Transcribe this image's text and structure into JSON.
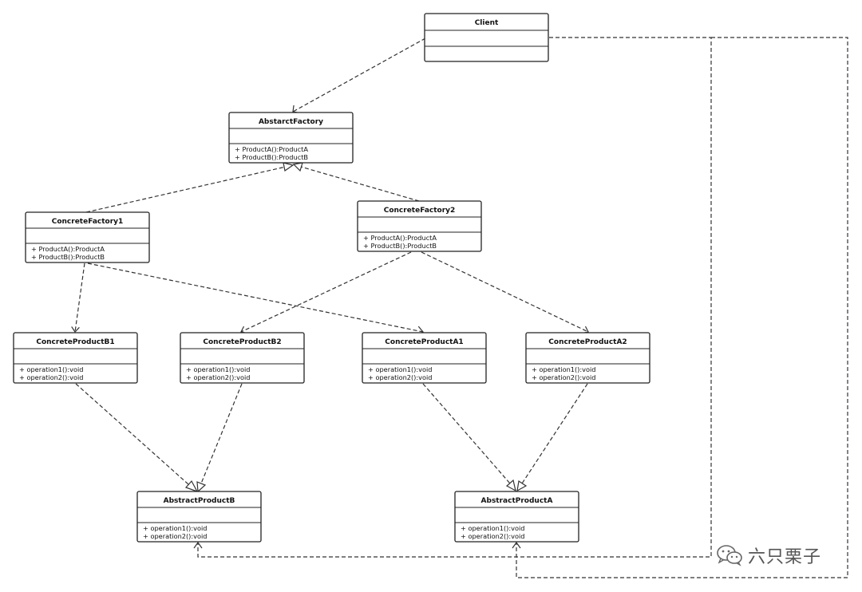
{
  "classes": {
    "client": {
      "name": "Client",
      "operations": []
    },
    "abstract_factory": {
      "name": "AbstarctFactory",
      "operations": [
        "+ ProductA():ProductA",
        "+ ProductB():ProductB"
      ]
    },
    "concrete_factory1": {
      "name": "ConcreteFactory1",
      "operations": [
        "+ ProductA():ProductA",
        "+ ProductB():ProductB"
      ]
    },
    "concrete_factory2": {
      "name": "ConcreteFactory2",
      "operations": [
        "+ ProductA():ProductA",
        "+ ProductB():ProductB"
      ]
    },
    "concrete_product_b1": {
      "name": "ConcreteProductB1",
      "operations": [
        "+ operation1():void",
        "+ operation2():void"
      ]
    },
    "concrete_product_b2": {
      "name": "ConcreteProductB2",
      "operations": [
        "+ operation1():void",
        "+ operation2():void"
      ]
    },
    "concrete_product_a1": {
      "name": "ConcreteProductA1",
      "operations": [
        "+ operation1():void",
        "+ operation2():void"
      ]
    },
    "concrete_product_a2": {
      "name": "ConcreteProductA2",
      "operations": [
        "+ operation1():void",
        "+ operation2():void"
      ]
    },
    "abstract_product_b": {
      "name": "AbstractProductB",
      "operations": [
        "+ operation1():void",
        "+ operation2():void"
      ]
    },
    "abstract_product_a": {
      "name": "AbstractProductA",
      "operations": [
        "+ operation1():void",
        "+ operation2():void"
      ]
    }
  },
  "relations": [
    {
      "from": "client",
      "to": "abstract_factory",
      "kind": "dependency"
    },
    {
      "from": "concrete_factory1",
      "to": "abstract_factory",
      "kind": "realization"
    },
    {
      "from": "concrete_factory2",
      "to": "abstract_factory",
      "kind": "realization"
    },
    {
      "from": "concrete_factory1",
      "to": "concrete_product_b1",
      "kind": "dependency"
    },
    {
      "from": "concrete_factory1",
      "to": "concrete_product_a1",
      "kind": "dependency"
    },
    {
      "from": "concrete_factory2",
      "to": "concrete_product_b2",
      "kind": "dependency"
    },
    {
      "from": "concrete_factory2",
      "to": "concrete_product_a2",
      "kind": "dependency"
    },
    {
      "from": "concrete_product_b1",
      "to": "abstract_product_b",
      "kind": "realization"
    },
    {
      "from": "concrete_product_b2",
      "to": "abstract_product_b",
      "kind": "realization"
    },
    {
      "from": "concrete_product_a1",
      "to": "abstract_product_a",
      "kind": "realization"
    },
    {
      "from": "concrete_product_a2",
      "to": "abstract_product_a",
      "kind": "realization"
    },
    {
      "from": "client",
      "to": "abstract_product_b",
      "kind": "dependency"
    },
    {
      "from": "client",
      "to": "abstract_product_a",
      "kind": "dependency"
    }
  ],
  "watermark": {
    "text": "六只栗子",
    "icon": "wechat-icon"
  },
  "colors": {
    "line": "#333333",
    "box_border": "#222222",
    "text": "#111111",
    "background": "#ffffff"
  }
}
